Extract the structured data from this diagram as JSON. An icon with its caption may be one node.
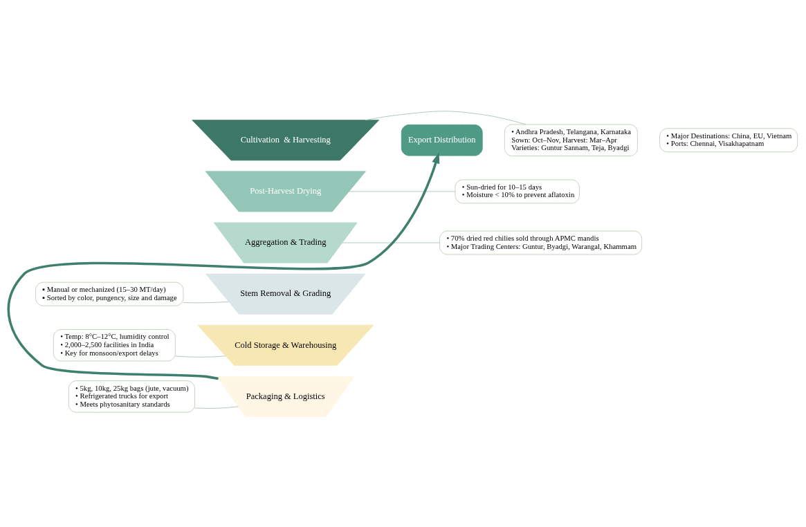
{
  "diagram": {
    "nodes": [
      {
        "text": [
          "Cultivation  & Harvesting"
        ]
      },
      {
        "text": [
          "• Andhra Pradesh, Telangana, Karnataka",
          "Sown: Oct–Nov, Harvest: Mar–Apr",
          "Varieties: Guntur Sannam, Teja, Byadgi"
        ]
      },
      {
        "text": [
          "Post-Harvest Drying"
        ]
      },
      {
        "text": [
          "• Sun-dried for 10–15 days",
          "• Moisture < 10% to prevent aflatoxin"
        ]
      },
      {
        "text": [
          "Aggregation & Trading"
        ]
      },
      {
        "text": [
          "• 70% dried red chilies sold through APMC mandis",
          "• Major Trading Centers: Guntur, Byadgi, Warangal, Khammam"
        ]
      },
      {
        "text": [
          "▪ Manual or mechanized (15–30 MT/day)",
          "▪ Sorted by color, pungency, size and damage"
        ]
      },
      {
        "text": [
          "Stem Removal & Grading"
        ]
      },
      {
        "text": [
          "• Temp: 8°C–12°C, humidity control",
          "• 2,000–2,500 facilities in India",
          "• Key for monsoon/export delays"
        ]
      },
      {
        "text": [
          "Cold Storage & Warehousing"
        ]
      },
      {
        "text": [
          "• 5kg, 10kg, 25kg bags (jute, vacuum)",
          "• Refrigerated trucks for export",
          "• Meets phytosanitary standards"
        ]
      },
      {
        "text": [
          "Packaging & Logistics"
        ]
      },
      {
        "text": [
          "Export Distribution"
        ]
      },
      {
        "text": [
          "• Major Destinations: China, EU, Vietnam",
          "• Ports: Chennai, Visakhapatnam"
        ]
      }
    ],
    "edges": [
      {
        "from": 0,
        "to": 1,
        "arrow": "none"
      },
      {
        "from": 2,
        "to": 3,
        "arrow": "none"
      },
      {
        "from": 4,
        "to": 5,
        "arrow": "none"
      },
      {
        "from": 7,
        "to": 6,
        "arrow": "none"
      },
      {
        "from": 9,
        "to": 8,
        "arrow": "none"
      },
      {
        "from": 11,
        "to": 10,
        "arrow": "none"
      },
      {
        "from": 11,
        "to": 12,
        "arrow": "to",
        "style": "thick",
        "color": "#3f7f6d"
      }
    ]
  }
}
